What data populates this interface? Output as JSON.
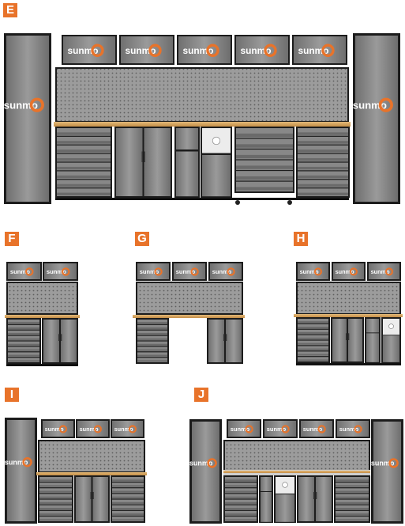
{
  "brand": {
    "text": "sunmo",
    "accent_color": "#e8732a"
  },
  "colors": {
    "frame": "#1c1c1c",
    "panel": "#8a8a8a",
    "panel_light": "#a9a9a9",
    "pegboard": "#9a9a9a",
    "wood": "#d9a763",
    "drawer": "#7d7d7d"
  },
  "variants": [
    {
      "label": "E"
    },
    {
      "label": "F"
    },
    {
      "label": "G"
    },
    {
      "label": "H"
    },
    {
      "label": "I"
    },
    {
      "label": "J"
    }
  ]
}
